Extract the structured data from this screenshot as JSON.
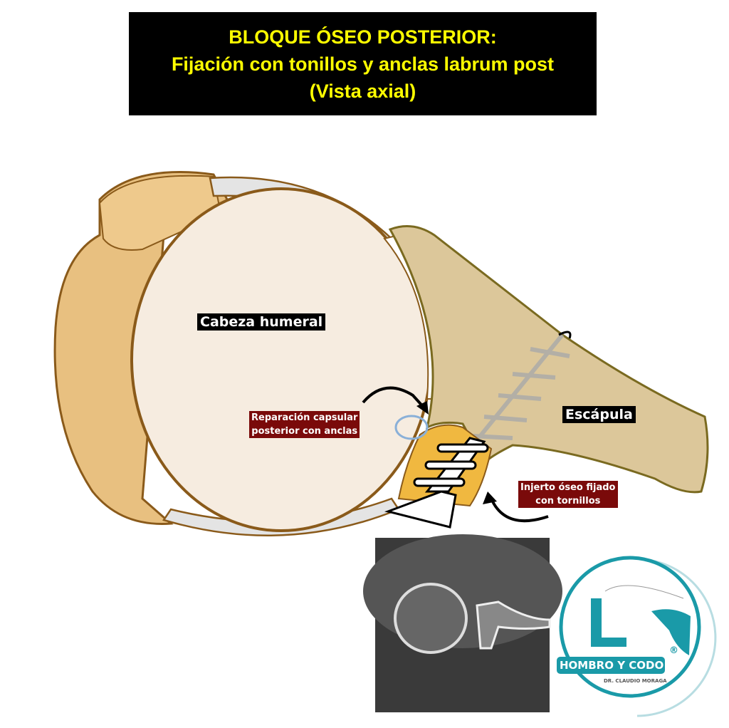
{
  "title": {
    "line1": "BLOQUE ÓSEO POSTERIOR:",
    "line2": "Fijación con tonillos y anclas labrum post",
    "line3": "(Vista axial)"
  },
  "labels": {
    "humeral_head": "Cabeza humeral",
    "scapula": "Escápula",
    "capsular_repair": [
      "Reparación capsular",
      "posterior con anclas"
    ],
    "bone_graft": [
      "Injerto óseo fijado",
      "con tornillos"
    ]
  },
  "logo": {
    "name": "HOMBRO Y CODO",
    "registered": "®",
    "subtitle": "DR. CLAUDIO MORAGA"
  },
  "colors": {
    "title_bg": "#000000",
    "title_text": "#ffff00",
    "label_red": "#7a0a0a",
    "logo_teal": "#1a9aa8",
    "bone": "#e8c98a",
    "scapula": "#dcc79a",
    "head": "#f6ece0"
  }
}
